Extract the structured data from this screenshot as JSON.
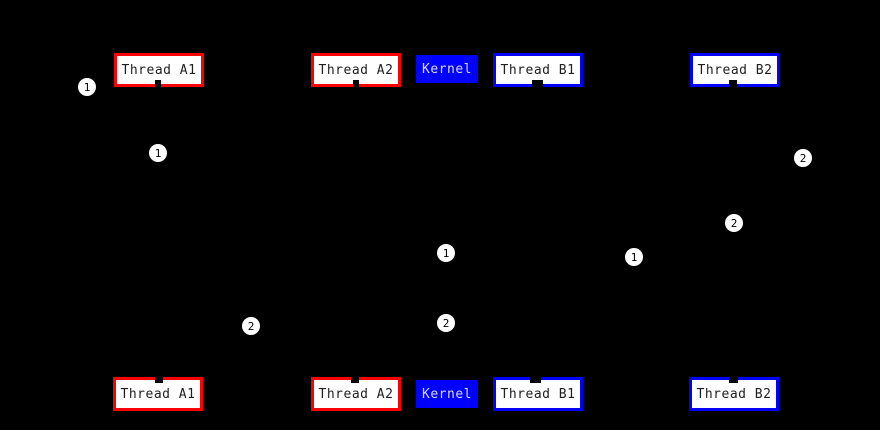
{
  "diagram": {
    "colors": {
      "background": "#000000",
      "thread_a_border": "#ff0000",
      "thread_b_border": "#0000ff",
      "kernel_fill": "#0000ff",
      "box_fill": "#ffffff",
      "box_text": "#1f1f1f",
      "kernel_text": "#d9d9f2",
      "marker_fill": "#ffffff",
      "marker_text": "#000000"
    },
    "top_row": [
      {
        "label": "Thread A1"
      },
      {
        "label": "Thread A2"
      },
      {
        "label": "Kernel"
      },
      {
        "label": "Thread B1"
      },
      {
        "label": "Thread B2"
      }
    ],
    "bottom_row": [
      {
        "label": "Thread A1"
      },
      {
        "label": "Thread A2"
      },
      {
        "label": "Kernel"
      },
      {
        "label": "Thread B1"
      },
      {
        "label": "Thread B2"
      }
    ],
    "markers": [
      {
        "label": "1"
      },
      {
        "label": "1"
      },
      {
        "label": "2"
      },
      {
        "label": "2"
      },
      {
        "label": "1"
      },
      {
        "label": "1"
      },
      {
        "label": "2"
      },
      {
        "label": "2"
      }
    ]
  }
}
